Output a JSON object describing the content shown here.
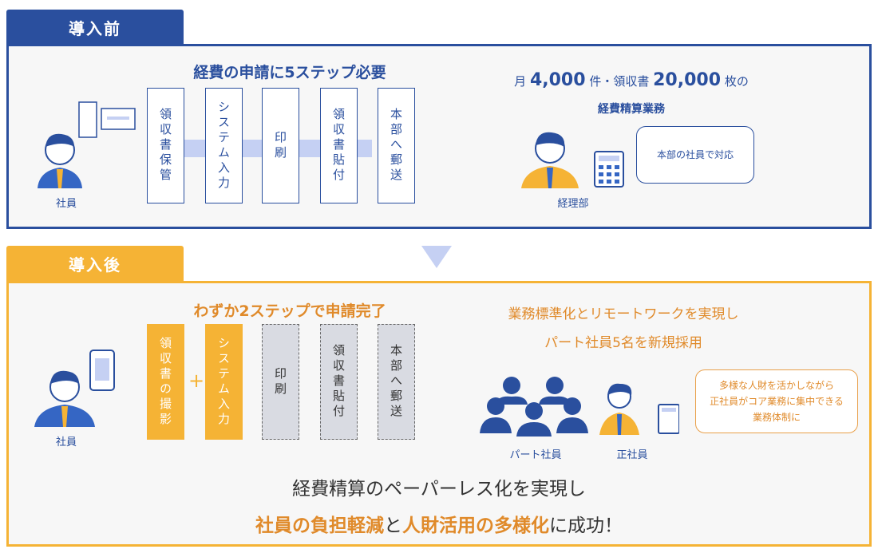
{
  "before": {
    "tab": "導入前",
    "title": "経費の申請に5ステップ必要",
    "steps": [
      "領収書保管",
      "システム入力",
      "印刷",
      "領収書貼付",
      "本部へ郵送"
    ],
    "employee_label": "社員",
    "volume": {
      "prefix": "月",
      "count1": "4,000",
      "unit1": "件・領収書",
      "count2": "20,000",
      "unit2": "枚の"
    },
    "task": "経費精算業務",
    "accounting_label": "経理部",
    "bubble": "本部の社員で対応"
  },
  "after": {
    "tab": "導入後",
    "title": "わずか2ステップで申請完了",
    "steps": [
      "領収書の撮影",
      "システム入力",
      "印刷",
      "領収書貼付",
      "本部へ郵送"
    ],
    "plus": "+",
    "employee_label": "社員",
    "headline1": "業務標準化とリモートワークを実現し",
    "headline2": "パート社員5名を新規採用",
    "part_label": "パート社員",
    "regular_label": "正社員",
    "bubble": [
      "多様な人財を活かしながら",
      "正社員がコア業務に集中できる",
      "業務体制に"
    ]
  },
  "conclusion": {
    "line1": "経費精算のペーパーレス化を実現し",
    "part1": "社員の負担軽減",
    "and": "と",
    "part2": "人財活用の多様化",
    "tail": "に成功！"
  },
  "colors": {
    "navy": "#2a4f9e",
    "orange": "#f5b335",
    "orange_text": "#e08a2a",
    "connector": "#c5d0f3"
  }
}
